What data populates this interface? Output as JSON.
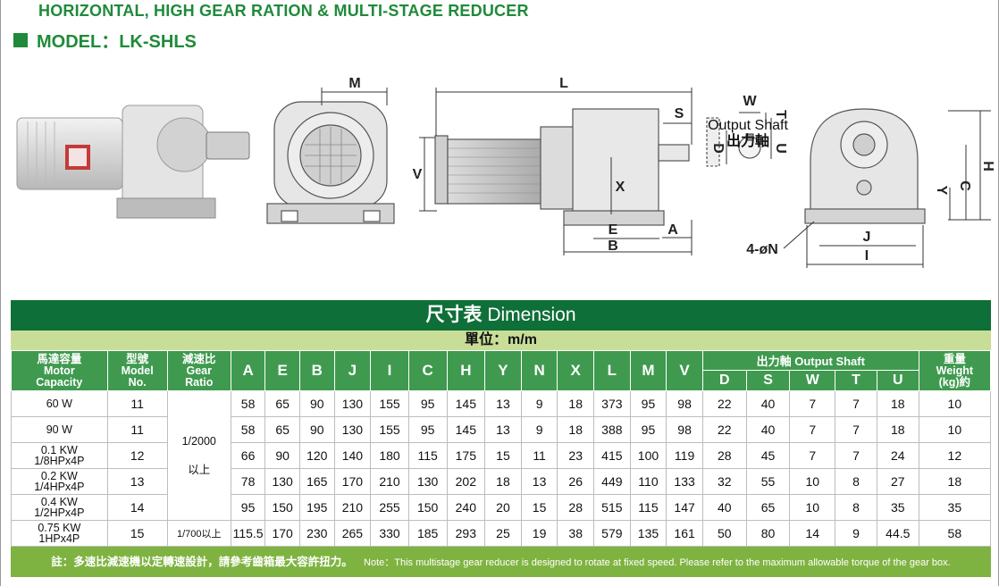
{
  "header": {
    "title_line1": "HORIZONTAL, HIGH GEAR RATION &  MULTI-STAGE REDUCER",
    "title_line2": "MODEL：LK-SHLS"
  },
  "figure": {
    "labels": {
      "M": "M",
      "L": "L",
      "S": "S",
      "W": "W",
      "T": "T",
      "V": "V",
      "X": "X",
      "D": "D",
      "U": "U",
      "H": "H",
      "C": "C",
      "Y": "Y",
      "E": "E",
      "B": "B",
      "A": "A",
      "J": "J",
      "I": "I",
      "N": "4-øN"
    },
    "output_shaft_en": "Output Shaft",
    "output_shaft_zh": "出力軸"
  },
  "table": {
    "banner_zh": "尺寸表",
    "banner_en": "Dimension",
    "unit": "單位：m/m",
    "headers": {
      "capacity_zh": "馬達容量",
      "capacity_en1": "Motor",
      "capacity_en2": "Capacity",
      "model_zh": "型號",
      "model_en1": "Model",
      "model_en2": "No.",
      "ratio_zh": "減速比",
      "ratio_en1": "Gear",
      "ratio_en2": "Ratio",
      "dims": [
        "A",
        "E",
        "B",
        "J",
        "I",
        "C",
        "H",
        "Y",
        "N",
        "X",
        "L",
        "M",
        "V"
      ],
      "output_shaft": "出力軸 Output Shaft",
      "shaft_dims": [
        "D",
        "S",
        "W",
        "T",
        "U"
      ],
      "weight_zh": "重量",
      "weight_en1": "Weight",
      "weight_en2": "(kg)約"
    },
    "rows": [
      {
        "cap1": "60 W",
        "cap2": "",
        "model": "11",
        "vals": [
          "58",
          "65",
          "90",
          "130",
          "155",
          "95",
          "145",
          "13",
          "9",
          "18",
          "373",
          "95",
          "98"
        ],
        "shaft": [
          "22",
          "40",
          "7",
          "7",
          "18"
        ],
        "weight": "10"
      },
      {
        "cap1": "90 W",
        "cap2": "",
        "model": "11",
        "vals": [
          "58",
          "65",
          "90",
          "130",
          "155",
          "95",
          "145",
          "13",
          "9",
          "18",
          "388",
          "95",
          "98"
        ],
        "shaft": [
          "22",
          "40",
          "7",
          "7",
          "18"
        ],
        "weight": "10"
      },
      {
        "cap1": "0.1 KW",
        "cap2": "1/8HPx4P",
        "model": "12",
        "vals": [
          "66",
          "90",
          "120",
          "140",
          "180",
          "115",
          "175",
          "15",
          "11",
          "23",
          "415",
          "100",
          "119"
        ],
        "shaft": [
          "28",
          "45",
          "7",
          "7",
          "24"
        ],
        "weight": "12"
      },
      {
        "cap1": "0.2 KW",
        "cap2": "1/4HPx4P",
        "model": "13",
        "vals": [
          "78",
          "130",
          "165",
          "170",
          "210",
          "130",
          "202",
          "18",
          "13",
          "26",
          "449",
          "110",
          "133"
        ],
        "shaft": [
          "32",
          "55",
          "10",
          "8",
          "27"
        ],
        "weight": "18"
      },
      {
        "cap1": "0.4 KW",
        "cap2": "1/2HPx4P",
        "model": "14",
        "vals": [
          "95",
          "150",
          "195",
          "210",
          "255",
          "150",
          "240",
          "20",
          "15",
          "28",
          "515",
          "115",
          "147"
        ],
        "shaft": [
          "40",
          "65",
          "10",
          "8",
          "35"
        ],
        "weight": "35"
      },
      {
        "cap1": "0.75 KW",
        "cap2": "1HPx4P",
        "model": "15",
        "vals": [
          "115.5",
          "170",
          "230",
          "265",
          "330",
          "185",
          "293",
          "25",
          "19",
          "38",
          "579",
          "135",
          "161"
        ],
        "shaft": [
          "50",
          "80",
          "14",
          "9",
          "44.5"
        ],
        "weight": "58"
      }
    ],
    "ratio_main1": "1/2000",
    "ratio_main2": "以上",
    "ratio_last": "1/700以上",
    "note_zh": "註：多速比減速機以定轉速設計，請參考齒箱最大容許扭力。",
    "note_en": "Note：This multistage gear reducer is designed to rotate at fixed speed. Please refer to the maximum allowable torque of the gear box."
  },
  "colors": {
    "title_green": "#1f8a3a",
    "banner_green": "#0f6f38",
    "header_green": "#3f9a4f",
    "unit_bar": "#c8de98",
    "note_bar": "#7fb341"
  }
}
